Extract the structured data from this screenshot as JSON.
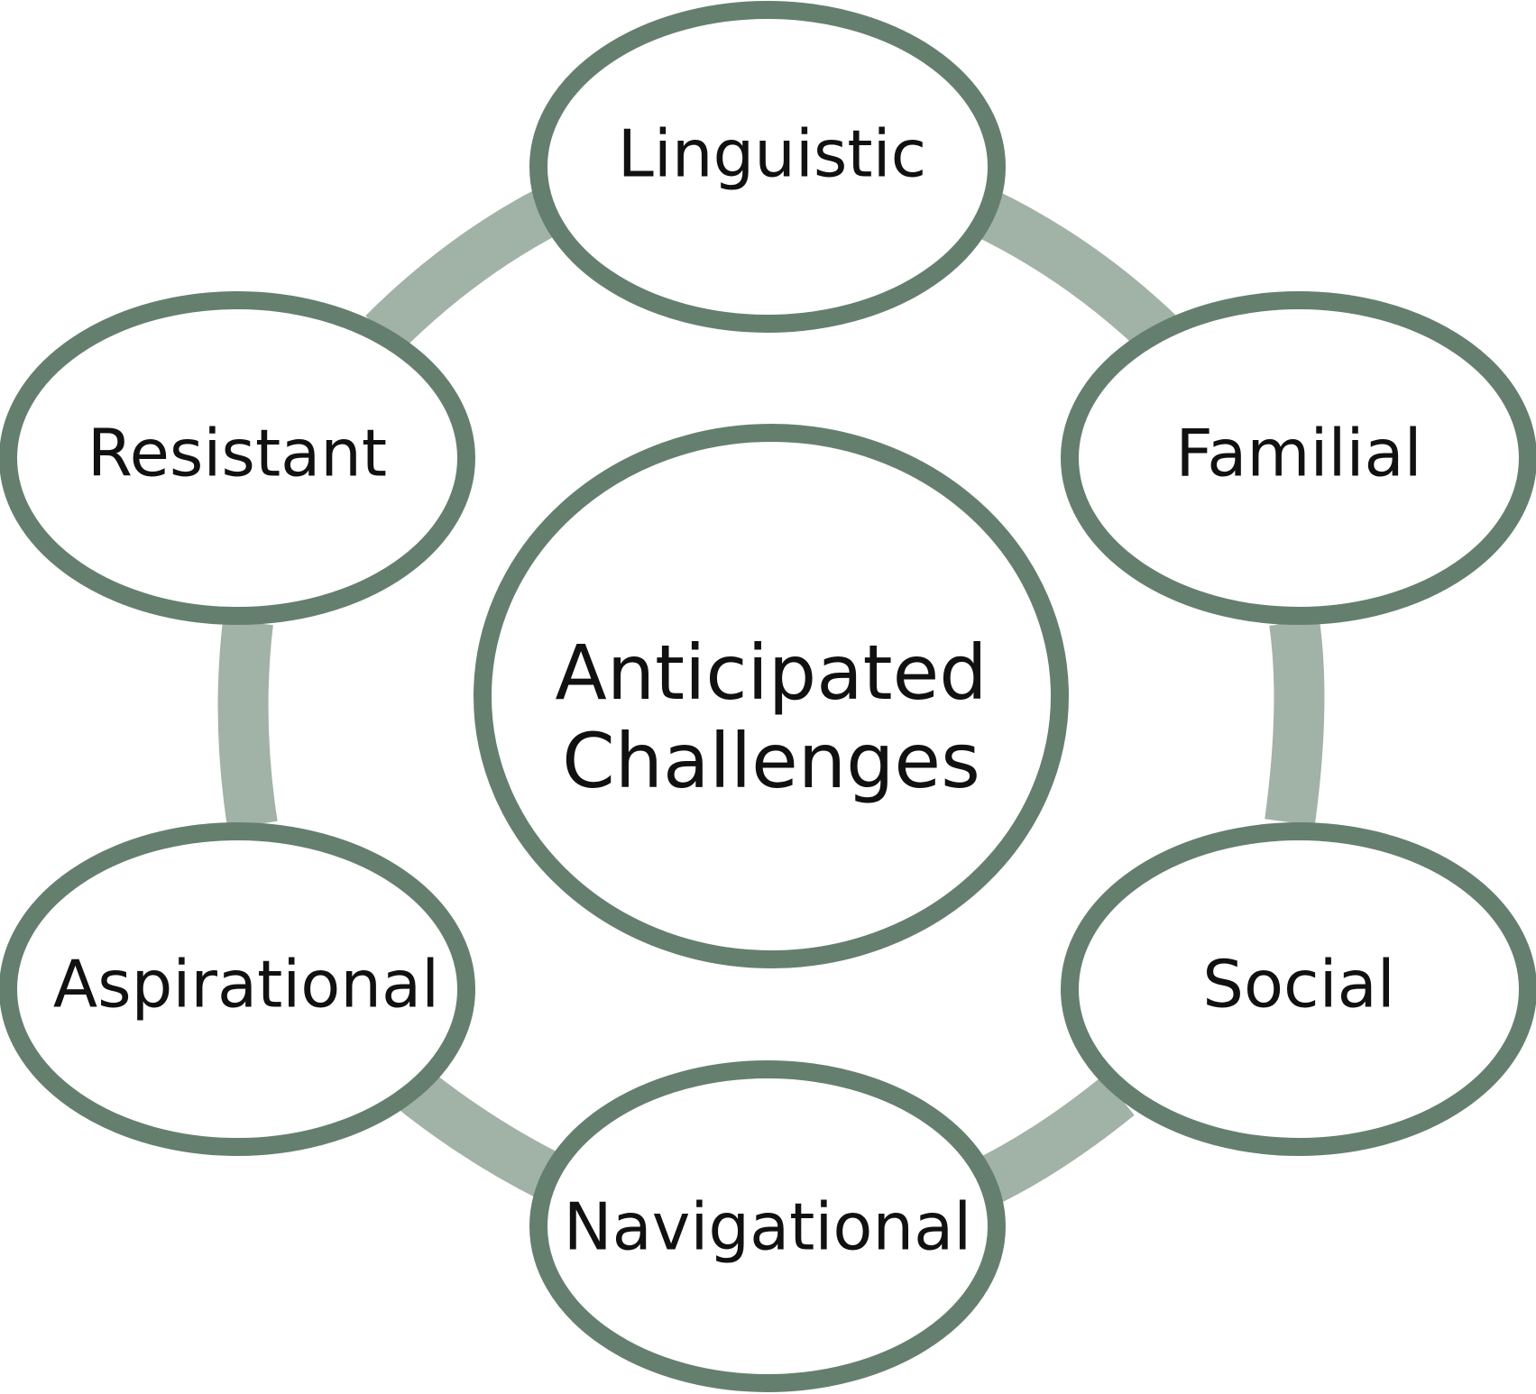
{
  "diagram": {
    "type": "cycle",
    "colors": {
      "node_stroke": "#657f6e",
      "ring": "#a1b2a6",
      "node_fill": "#ffffff",
      "text": "#111111",
      "background": "#ffffff"
    },
    "center": {
      "line1": "Anticipated",
      "line2": "Challenges"
    },
    "nodes": [
      {
        "label": "Linguistic"
      },
      {
        "label": "Familial"
      },
      {
        "label": "Social"
      },
      {
        "label": "Navigational"
      },
      {
        "label": "Aspirational"
      },
      {
        "label": "Resistant"
      }
    ]
  }
}
